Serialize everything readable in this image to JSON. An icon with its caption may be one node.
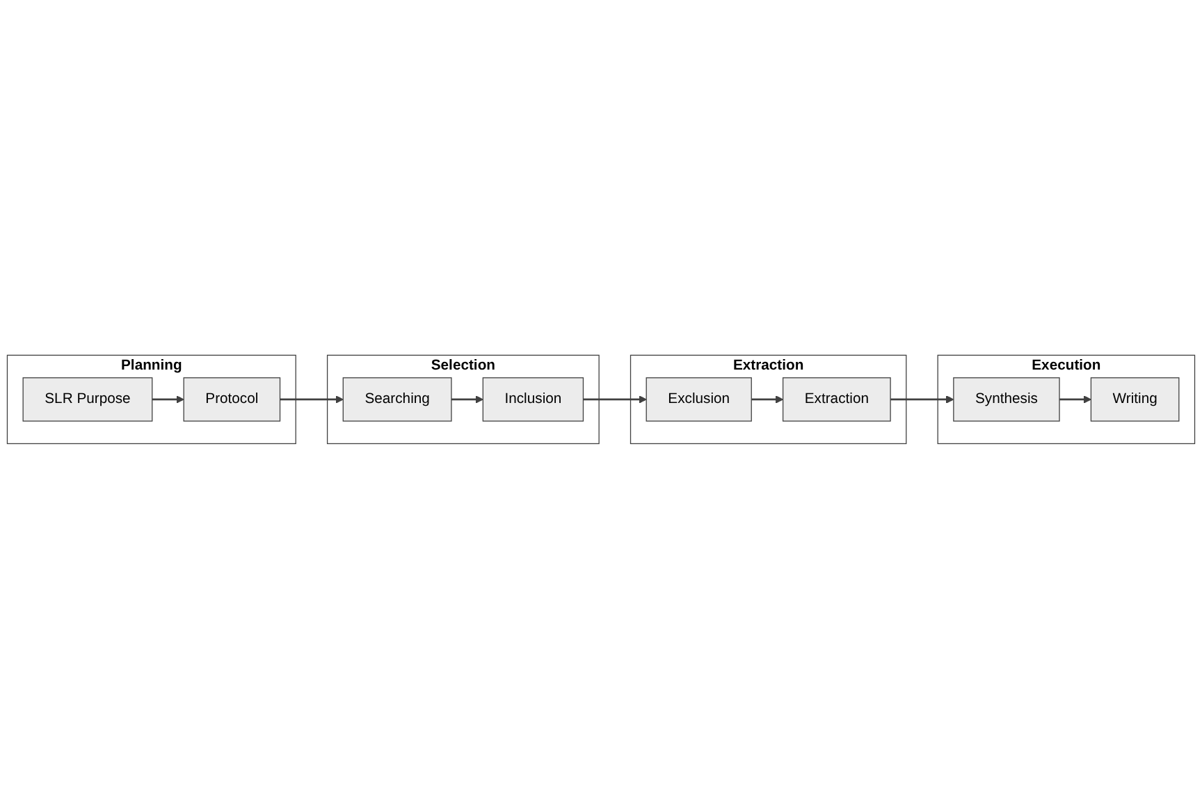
{
  "diagram": {
    "nodes": [
      {
        "text": [
          "Planning"
        ]
      },
      {
        "text": [
          "SLR Purpose"
        ],
        "in": 0
      },
      {
        "text": [
          "Protocol"
        ],
        "in": 0
      },
      {
        "text": [
          "Selection"
        ]
      },
      {
        "text": [
          "Searching"
        ],
        "in": 3
      },
      {
        "text": [
          "Inclusion"
        ],
        "in": 3
      },
      {
        "text": [
          "Extraction"
        ]
      },
      {
        "text": [
          "Exclusion"
        ],
        "in": 6
      },
      {
        "text": [
          "Extraction"
        ],
        "in": 6
      },
      {
        "text": [
          "Execution"
        ]
      },
      {
        "text": [
          "Synthesis"
        ],
        "in": 9
      },
      {
        "text": [
          "Writing"
        ],
        "in": 9
      }
    ],
    "edges": [
      {
        "from": 1,
        "to": 2,
        "arrow": "to"
      },
      {
        "from": 2,
        "to": 4,
        "arrow": "to"
      },
      {
        "from": 4,
        "to": 5,
        "arrow": "to"
      },
      {
        "from": 5,
        "to": 7,
        "arrow": "to"
      },
      {
        "from": 7,
        "to": 8,
        "arrow": "to"
      },
      {
        "from": 8,
        "to": 10,
        "arrow": "to"
      },
      {
        "from": 10,
        "to": 11,
        "arrow": "to"
      }
    ]
  }
}
